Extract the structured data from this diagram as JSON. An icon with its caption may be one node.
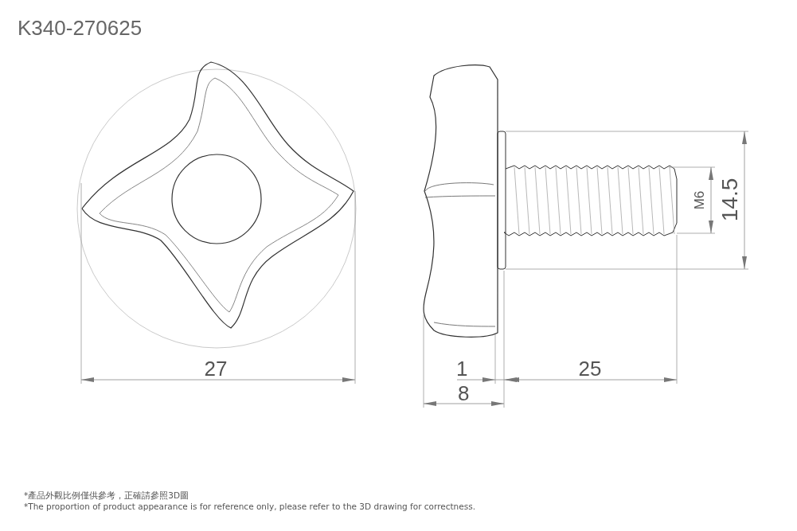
{
  "diagram": {
    "title": "K340-270625",
    "labels": [
      "M6",
      "14.5",
      "27",
      "1",
      "25",
      "8",
      "*產品外觀比例僅供參考，正確請參照3D圖",
      "*The proportion of product appearance is for reference only, please refer to the 3D drawing for correctness."
    ]
  }
}
